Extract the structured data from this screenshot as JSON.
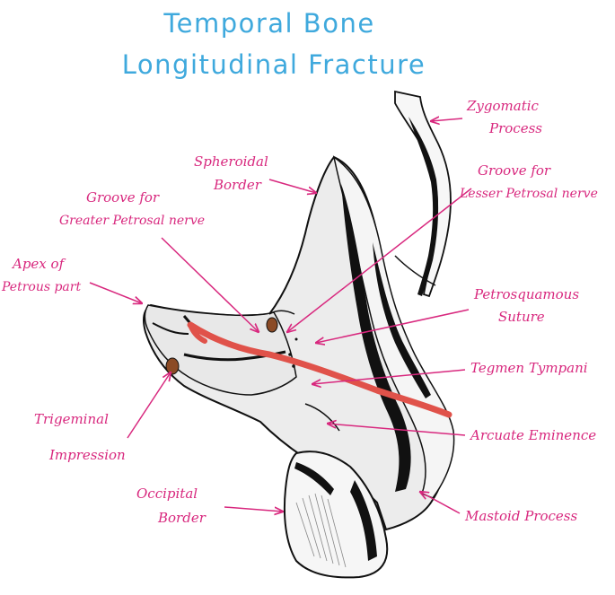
{
  "title": {
    "line1": "Temporal Bone",
    "line2": "Longitudinal Fracture"
  },
  "colors": {
    "title": "#3fa9dd",
    "label": "#d8287e",
    "fracture": "#e0524a",
    "bone_fill": "#ececec",
    "outline": "#111111",
    "impression": "#8b4b26"
  },
  "labels": {
    "zygomatic": [
      "Zygomatic",
      "Process"
    ],
    "sphenoidal": [
      "Spheroidal",
      "Border"
    ],
    "groove_lesser": [
      "Groove for",
      "Lesser Petrosal nerve"
    ],
    "groove_greater": [
      "Groove for",
      "Greater Petrosal nerve"
    ],
    "apex": [
      "Apex of",
      "Petrous part"
    ],
    "petrosquamous": [
      "Petrosquamous",
      "Suture"
    ],
    "tegmen": [
      "Tegmen Tympani"
    ],
    "trigeminal": [
      "Trigeminal",
      "Impression"
    ],
    "arcuate": [
      "Arcuate Eminence"
    ],
    "occipital": [
      "Occipital",
      "Border"
    ],
    "mastoid": [
      "Mastoid Process"
    ]
  }
}
